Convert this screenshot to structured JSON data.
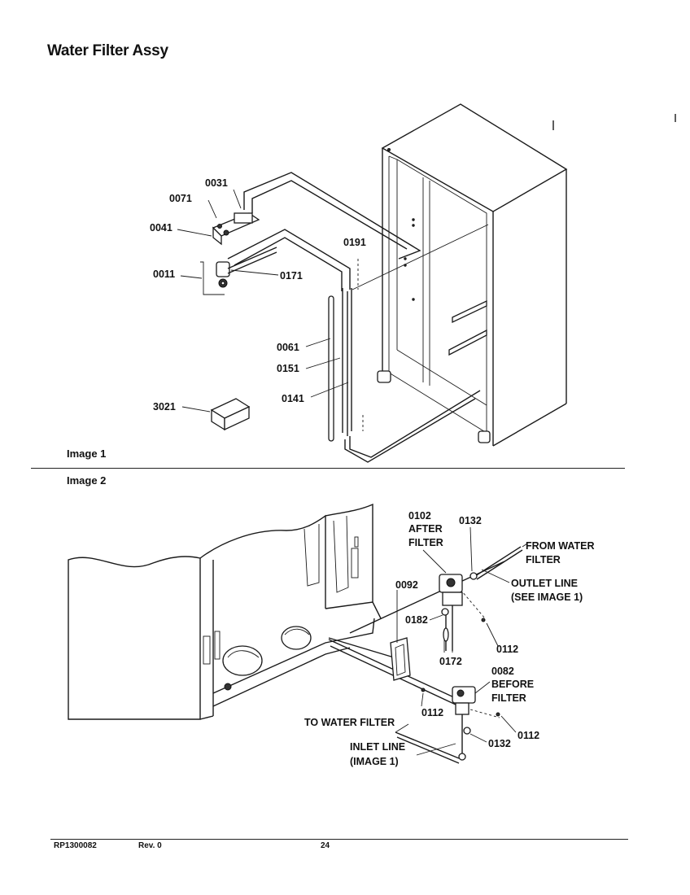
{
  "title": "Water Filter Assy",
  "image1": {
    "label": "Image 1",
    "callouts": [
      "0031",
      "0071",
      "0041",
      "0011",
      "0171",
      "0191",
      "0061",
      "0151",
      "0141",
      "3021"
    ]
  },
  "image2": {
    "label": "Image 2",
    "callouts": {
      "c0102": "0102",
      "after": "AFTER",
      "filter1": "FILTER",
      "c0132a": "0132",
      "from_water": "FROM WATER",
      "filter2": "FILTER",
      "outlet": "OUTLET LINE",
      "see_image": "(SEE IMAGE 1)",
      "c0092": "0092",
      "c0182": "0182",
      "c0172": "0172",
      "c0112a": "0112",
      "c0082": "0082",
      "before": "BEFORE",
      "filter3": "FILTER",
      "c0112b": "0112",
      "to_water": "TO WATER FILTER",
      "c0112c": "0112",
      "c0132b": "0132",
      "inlet": "INLET LINE",
      "image1_ref": "(IMAGE 1)"
    }
  },
  "footer": {
    "part_number": "RP1300082",
    "revision": "Rev. 0",
    "page": "24"
  }
}
